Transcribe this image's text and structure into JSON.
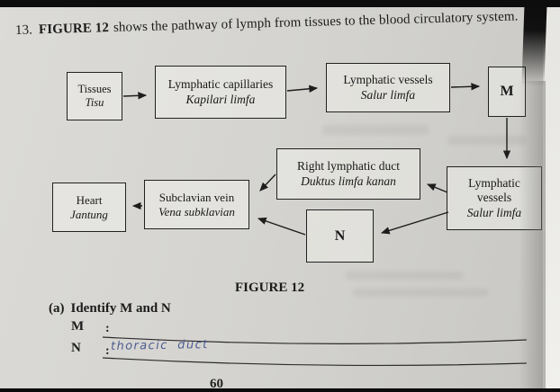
{
  "colors": {
    "handwriting_ink": "#4d5c91",
    "page_background": "#d4d3cf",
    "box_border": "#212121"
  },
  "header": {
    "question_number": "13.",
    "figure_ref": "FIGURE 12",
    "question_text": "shows the pathway of lymph from tissues to the blood circulatory system."
  },
  "diagram": {
    "boxes": {
      "tissues": {
        "en": "Tissues",
        "ms": "Tisu"
      },
      "lymphatic_capillaries": {
        "en": "Lymphatic capillaries",
        "ms": "Kapilari limfa"
      },
      "lymphatic_vessels_top": {
        "en": "Lymphatic vessels",
        "ms": "Salur limfa"
      },
      "m_label": "M",
      "right_lymphatic_duct": {
        "en": "Right lymphatic duct",
        "ms": "Duktus limfa kanan"
      },
      "lymphatic_vessels_right": {
        "en_line1": "Lymphatic",
        "en_line2": "vessels",
        "ms": "Salur limfa"
      },
      "heart": {
        "en": "Heart",
        "ms": "Jantung"
      },
      "subclavian_vein": {
        "en": "Subclavian vein",
        "ms": "Vena subklavian"
      },
      "n_label": "N"
    }
  },
  "caption": "FIGURE 12",
  "question_a": {
    "part_label": "(a)",
    "prompt": "Identify M and N",
    "m_label": "M",
    "m_colon": ":",
    "m_answer": "",
    "n_label": "N",
    "n_colon": ":",
    "n_answer": "thoracic duct"
  },
  "page_number": "60"
}
